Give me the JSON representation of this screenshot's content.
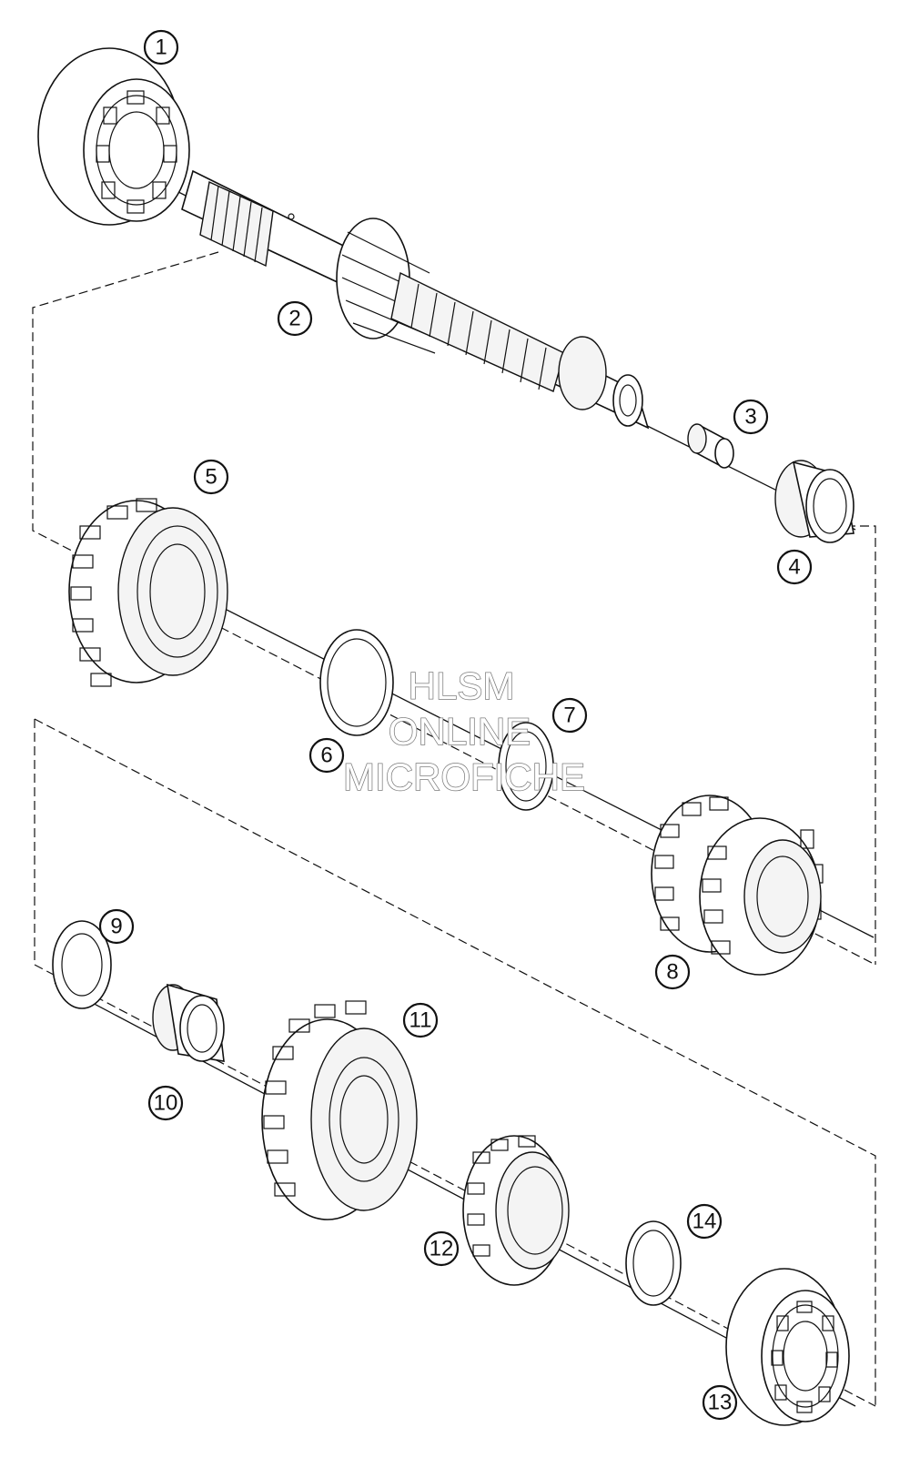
{
  "watermark": {
    "line1": "HLSM",
    "line2": "ONLINE",
    "line3": "MICROFICHE"
  },
  "callouts": [
    {
      "id": "1",
      "label": "1"
    },
    {
      "id": "2",
      "label": "2"
    },
    {
      "id": "3",
      "label": "3"
    },
    {
      "id": "4",
      "label": "4"
    },
    {
      "id": "5",
      "label": "5"
    },
    {
      "id": "6",
      "label": "6"
    },
    {
      "id": "7",
      "label": "7"
    },
    {
      "id": "8",
      "label": "8"
    },
    {
      "id": "9",
      "label": "9"
    },
    {
      "id": "10",
      "label": "10"
    },
    {
      "id": "11",
      "label": "11"
    },
    {
      "id": "12",
      "label": "12"
    },
    {
      "id": "13",
      "label": "13"
    },
    {
      "id": "14",
      "label": "14"
    }
  ]
}
